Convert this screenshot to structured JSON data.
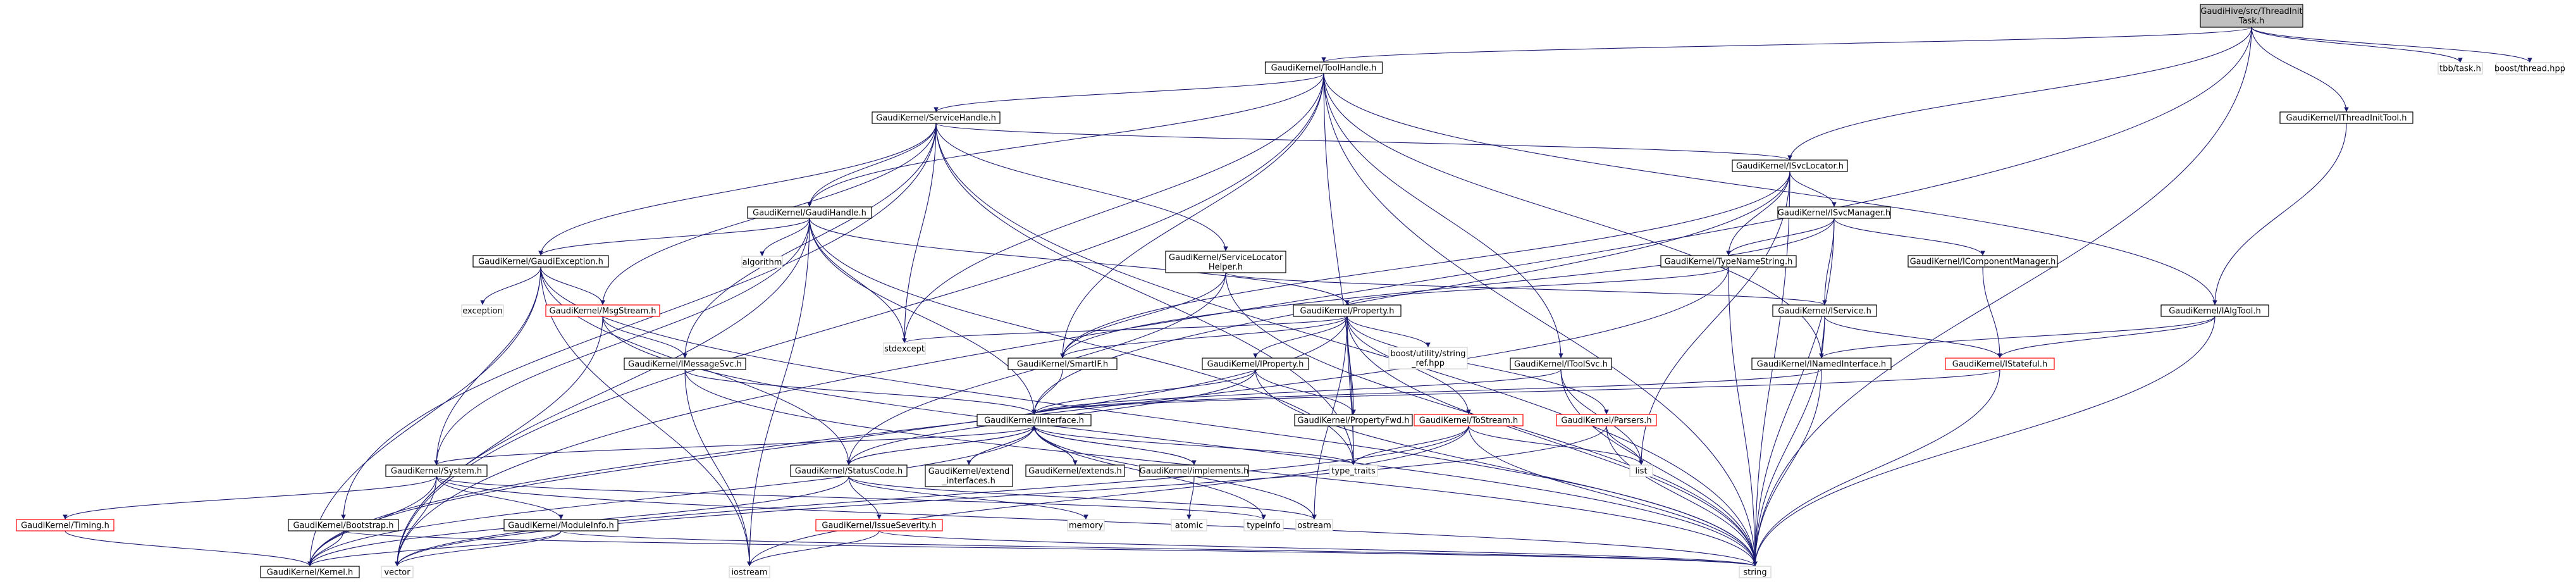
{
  "colors": {
    "edge": "#191970",
    "node_border": "#000000",
    "node_fill": "#ffffff",
    "root_fill": "#bfbfbf",
    "undocumented_border": "#ff0000",
    "external_border": "#d3d3d3"
  },
  "nodes": [
    {
      "id": "root",
      "label": "GaudiHive/src/ThreadInit\nTask.h",
      "kind": "root"
    },
    {
      "id": "toolhandle",
      "label": "GaudiKernel/ToolHandle.h",
      "kind": "normal"
    },
    {
      "id": "tbbtask",
      "label": "tbb/task.h",
      "kind": "external"
    },
    {
      "id": "boostthread",
      "label": "boost/thread.hpp",
      "kind": "external"
    },
    {
      "id": "servicehandle",
      "label": "GaudiKernel/ServiceHandle.h",
      "kind": "normal"
    },
    {
      "id": "ithreadinittool",
      "label": "GaudiKernel/IThreadInitTool.h",
      "kind": "normal"
    },
    {
      "id": "isvclocator",
      "label": "GaudiKernel/ISvcLocator.h",
      "kind": "normal"
    },
    {
      "id": "gaudihandle",
      "label": "GaudiKernel/GaudiHandle.h",
      "kind": "normal"
    },
    {
      "id": "isvcmanager",
      "label": "GaudiKernel/ISvcManager.h",
      "kind": "normal"
    },
    {
      "id": "gaudiexception",
      "label": "GaudiKernel/GaudiException.h",
      "kind": "normal"
    },
    {
      "id": "algorithm",
      "label": "algorithm",
      "kind": "external"
    },
    {
      "id": "servicelocatorhelper",
      "label": "GaudiKernel/ServiceLocator\nHelper.h",
      "kind": "normal"
    },
    {
      "id": "itypenamestring",
      "label": "GaudiKernel/TypeNameString.h",
      "kind": "normal"
    },
    {
      "id": "icomponentmanager",
      "label": "GaudiKernel/IComponentManager.h",
      "kind": "normal"
    },
    {
      "id": "exception",
      "label": "exception",
      "kind": "external"
    },
    {
      "id": "msgstream",
      "label": "GaudiKernel/MsgStream.h",
      "kind": "undocumented"
    },
    {
      "id": "property",
      "label": "GaudiKernel/Property.h",
      "kind": "normal"
    },
    {
      "id": "iservice",
      "label": "GaudiKernel/IService.h",
      "kind": "normal"
    },
    {
      "id": "ialgtool",
      "label": "GaudiKernel/IAlgTool.h",
      "kind": "normal"
    },
    {
      "id": "stdexcept",
      "label": "stdexcept",
      "kind": "external"
    },
    {
      "id": "boostutility",
      "label": "boost/utility/string\n_ref.hpp",
      "kind": "external"
    },
    {
      "id": "imessagesvc",
      "label": "GaudiKernel/IMessageSvc.h",
      "kind": "normal"
    },
    {
      "id": "smartif",
      "label": "GaudiKernel/SmartIF.h",
      "kind": "normal"
    },
    {
      "id": "iproperty",
      "label": "GaudiKernel/IProperty.h",
      "kind": "normal"
    },
    {
      "id": "itoolsvc",
      "label": "GaudiKernel/IToolSvc.h",
      "kind": "normal"
    },
    {
      "id": "inamedinterface",
      "label": "GaudiKernel/INamedInterface.h",
      "kind": "normal"
    },
    {
      "id": "istateful",
      "label": "GaudiKernel/IStateful.h",
      "kind": "undocumented"
    },
    {
      "id": "iinterface",
      "label": "GaudiKernel/IInterface.h",
      "kind": "normal"
    },
    {
      "id": "propertyfwd",
      "label": "GaudiKernel/PropertyFwd.h",
      "kind": "normal"
    },
    {
      "id": "tostream",
      "label": "GaudiKernel/ToStream.h",
      "kind": "undocumented"
    },
    {
      "id": "parsers",
      "label": "GaudiKernel/Parsers.h",
      "kind": "undocumented"
    },
    {
      "id": "system",
      "label": "GaudiKernel/System.h",
      "kind": "normal"
    },
    {
      "id": "statuscode",
      "label": "GaudiKernel/StatusCode.h",
      "kind": "normal"
    },
    {
      "id": "extendinterfaces",
      "label": "GaudiKernel/extend\n_interfaces.h",
      "kind": "normal"
    },
    {
      "id": "extends",
      "label": "GaudiKernel/extends.h",
      "kind": "normal"
    },
    {
      "id": "implements",
      "label": "GaudiKernel/implements.h",
      "kind": "normal"
    },
    {
      "id": "typetraits",
      "label": "type_traits",
      "kind": "external"
    },
    {
      "id": "list",
      "label": "list",
      "kind": "external"
    },
    {
      "id": "timing",
      "label": "GaudiKernel/Timing.h",
      "kind": "undocumented"
    },
    {
      "id": "bootstrap",
      "label": "GaudiKernel/Bootstrap.h",
      "kind": "normal"
    },
    {
      "id": "moduleinfo",
      "label": "GaudiKernel/ModuleInfo.h",
      "kind": "normal"
    },
    {
      "id": "issueseverity",
      "label": "GaudiKernel/IssueSeverity.h",
      "kind": "undocumented"
    },
    {
      "id": "memory",
      "label": "memory",
      "kind": "external"
    },
    {
      "id": "atomic",
      "label": "atomic",
      "kind": "external"
    },
    {
      "id": "typeinfo",
      "label": "typeinfo",
      "kind": "external"
    },
    {
      "id": "ostream",
      "label": "ostream",
      "kind": "external"
    },
    {
      "id": "kernel",
      "label": "GaudiKernel/Kernel.h",
      "kind": "normal"
    },
    {
      "id": "vector",
      "label": "vector",
      "kind": "external"
    },
    {
      "id": "iostream",
      "label": "iostream",
      "kind": "external"
    },
    {
      "id": "string",
      "label": "string",
      "kind": "external"
    }
  ],
  "edges": [
    [
      "root",
      "toolhandle"
    ],
    [
      "root",
      "tbbtask"
    ],
    [
      "root",
      "boostthread"
    ],
    [
      "root",
      "ithreadinittool"
    ],
    [
      "root",
      "isvclocator"
    ],
    [
      "root",
      "vector"
    ],
    [
      "root",
      "string"
    ],
    [
      "toolhandle",
      "servicehandle"
    ],
    [
      "toolhandle",
      "gaudihandle"
    ],
    [
      "toolhandle",
      "ialgtool"
    ],
    [
      "toolhandle",
      "itoolsvc"
    ],
    [
      "toolhandle",
      "inamedinterface"
    ],
    [
      "toolhandle",
      "smartif"
    ],
    [
      "toolhandle",
      "stdexcept"
    ],
    [
      "toolhandle",
      "typetraits"
    ],
    [
      "toolhandle",
      "string"
    ],
    [
      "toolhandle",
      "vector"
    ],
    [
      "servicehandle",
      "isvclocator"
    ],
    [
      "servicehandle",
      "gaudihandle"
    ],
    [
      "servicehandle",
      "gaudiexception"
    ],
    [
      "servicehandle",
      "msgstream"
    ],
    [
      "servicehandle",
      "imessagesvc"
    ],
    [
      "servicehandle",
      "servicelocatorhelper"
    ],
    [
      "servicehandle",
      "bootstrap"
    ],
    [
      "servicehandle",
      "stdexcept"
    ],
    [
      "servicehandle",
      "typetraits"
    ],
    [
      "servicehandle",
      "string"
    ],
    [
      "ithreadinittool",
      "ialgtool"
    ],
    [
      "isvclocator",
      "isvcmanager"
    ],
    [
      "isvclocator",
      "itypenamestring"
    ],
    [
      "isvclocator",
      "iinterface"
    ],
    [
      "isvclocator",
      "smartif"
    ],
    [
      "isvclocator",
      "list"
    ],
    [
      "isvclocator",
      "string"
    ],
    [
      "gaudihandle",
      "gaudiexception"
    ],
    [
      "gaudihandle",
      "system"
    ],
    [
      "gaudihandle",
      "property"
    ],
    [
      "gaudihandle",
      "algorithm"
    ],
    [
      "gaudihandle",
      "stdexcept"
    ],
    [
      "gaudihandle",
      "typetraits"
    ],
    [
      "gaudihandle",
      "vector"
    ],
    [
      "gaudihandle",
      "iostream"
    ],
    [
      "gaudihandle",
      "iinterface"
    ],
    [
      "isvcmanager",
      "itypenamestring"
    ],
    [
      "isvcmanager",
      "icomponentmanager"
    ],
    [
      "isvcmanager",
      "iservice"
    ],
    [
      "isvcmanager",
      "smartif"
    ],
    [
      "isvcmanager",
      "string"
    ],
    [
      "gaudiexception",
      "msgstream"
    ],
    [
      "gaudiexception",
      "statuscode"
    ],
    [
      "gaudiexception",
      "system"
    ],
    [
      "gaudiexception",
      "exception"
    ],
    [
      "gaudiexception",
      "iostream"
    ],
    [
      "gaudiexception",
      "string"
    ],
    [
      "gaudiexception",
      "kernel"
    ],
    [
      "servicelocatorhelper",
      "iservice"
    ],
    [
      "servicelocatorhelper",
      "smartif"
    ],
    [
      "servicelocatorhelper",
      "statuscode"
    ],
    [
      "servicelocatorhelper",
      "string"
    ],
    [
      "itypenamestring",
      "property"
    ],
    [
      "itypenamestring",
      "kernel"
    ],
    [
      "itypenamestring",
      "string"
    ],
    [
      "icomponentmanager",
      "istateful"
    ],
    [
      "msgstream",
      "imessagesvc"
    ],
    [
      "msgstream",
      "vector"
    ],
    [
      "msgstream",
      "string"
    ],
    [
      "property",
      "iproperty"
    ],
    [
      "property",
      "propertyfwd"
    ],
    [
      "property",
      "tostream"
    ],
    [
      "property",
      "parsers"
    ],
    [
      "property",
      "boostutility"
    ],
    [
      "property",
      "stdexcept"
    ],
    [
      "property",
      "smartif"
    ],
    [
      "property",
      "typetraits"
    ],
    [
      "property",
      "string"
    ],
    [
      "property",
      "kernel"
    ],
    [
      "property",
      "ostream"
    ],
    [
      "iservice",
      "inamedinterface"
    ],
    [
      "iservice",
      "istateful"
    ],
    [
      "iservice",
      "string"
    ],
    [
      "ialgtool",
      "inamedinterface"
    ],
    [
      "ialgtool",
      "istateful"
    ],
    [
      "ialgtool",
      "string"
    ],
    [
      "imessagesvc",
      "iinterface"
    ],
    [
      "imessagesvc",
      "iostream"
    ],
    [
      "imessagesvc",
      "string"
    ],
    [
      "smartif",
      "iinterface"
    ],
    [
      "iproperty",
      "iinterface"
    ],
    [
      "iproperty",
      "propertyfwd"
    ],
    [
      "iproperty",
      "statuscode"
    ],
    [
      "iproperty",
      "string"
    ],
    [
      "itoolsvc",
      "iinterface"
    ],
    [
      "itoolsvc",
      "list"
    ],
    [
      "itoolsvc",
      "string"
    ],
    [
      "inamedinterface",
      "iinterface"
    ],
    [
      "inamedinterface",
      "string"
    ],
    [
      "istateful",
      "iinterface"
    ],
    [
      "istateful",
      "string"
    ],
    [
      "iinterface",
      "system"
    ],
    [
      "iinterface",
      "statuscode"
    ],
    [
      "iinterface",
      "extendinterfaces"
    ],
    [
      "iinterface",
      "extends"
    ],
    [
      "iinterface",
      "implements"
    ],
    [
      "iinterface",
      "typetraits"
    ],
    [
      "iinterface",
      "typeinfo"
    ],
    [
      "iinterface",
      "ostream"
    ],
    [
      "iinterface",
      "kernel"
    ],
    [
      "tostream",
      "typetraits"
    ],
    [
      "tostream",
      "list"
    ],
    [
      "tostream",
      "vector"
    ],
    [
      "tostream",
      "iostream"
    ],
    [
      "tostream",
      "string"
    ],
    [
      "parsers",
      "list"
    ],
    [
      "parsers",
      "vector"
    ],
    [
      "parsers",
      "string"
    ],
    [
      "system",
      "timing"
    ],
    [
      "system",
      "moduleinfo"
    ],
    [
      "system",
      "kernel"
    ],
    [
      "system",
      "typeinfo"
    ],
    [
      "system",
      "vector"
    ],
    [
      "system",
      "string"
    ],
    [
      "statuscode",
      "issueseverity"
    ],
    [
      "statuscode",
      "iinterface"
    ],
    [
      "statuscode",
      "memory"
    ],
    [
      "statuscode",
      "ostream"
    ],
    [
      "statuscode",
      "kernel"
    ],
    [
      "extendinterfaces",
      "iinterface"
    ],
    [
      "extends",
      "iinterface"
    ],
    [
      "implements",
      "iinterface"
    ],
    [
      "implements",
      "atomic"
    ],
    [
      "timing",
      "kernel"
    ],
    [
      "bootstrap",
      "kernel"
    ],
    [
      "bootstrap",
      "string"
    ],
    [
      "moduleinfo",
      "kernel"
    ],
    [
      "moduleinfo",
      "string"
    ],
    [
      "moduleinfo",
      "vector"
    ],
    [
      "issueseverity",
      "iostream"
    ],
    [
      "issueseverity",
      "string"
    ]
  ]
}
